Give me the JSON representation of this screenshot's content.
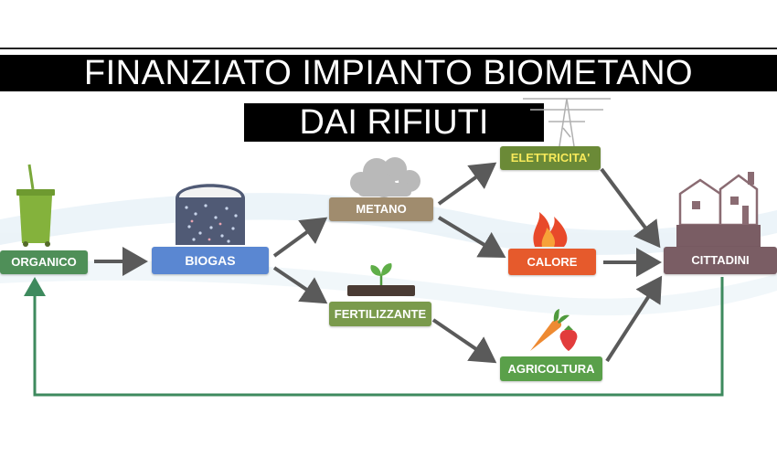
{
  "header": {
    "title": "FINANZIATO IMPIANTO BIOMETANO",
    "subtitle": "DAI RIFIUTI"
  },
  "nodes": {
    "organico": "ORGANICO",
    "biogas": "BIOGAS",
    "metano": "METANO",
    "fertilizzante": "FERTILIZZANTE",
    "elettricita": "ELETTRICITA'",
    "calore": "CALORE",
    "agricoltura": "AGRICOLTURA",
    "cittadini": "CITTADINI"
  },
  "colors": {
    "organico": "#4f8f58",
    "biogas": "#5a87d2",
    "metano": "#a08c6e",
    "fertilizzante": "#7a9a4c",
    "elettricita": "#6b8a37",
    "calore": "#e65a2c",
    "agricoltura": "#5aa04a",
    "cittadini": "#7a5d64",
    "arrows": "#5a5a5a",
    "feedback_line": "#3e8a5e"
  },
  "icons": [
    "bin-icon",
    "gas-tank-icon",
    "cloud-icon",
    "sprout-icon",
    "power-pylon-icon",
    "flame-icon",
    "vegetables-icon",
    "houses-icon"
  ]
}
